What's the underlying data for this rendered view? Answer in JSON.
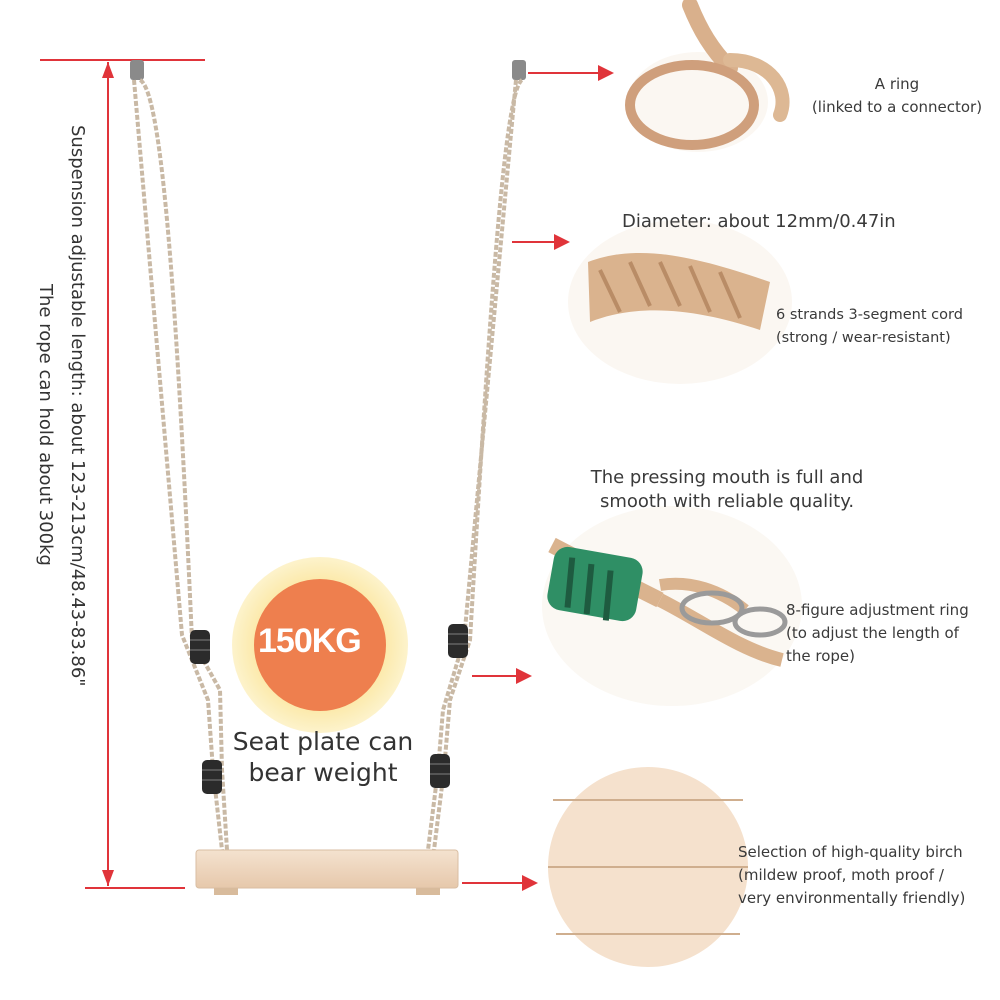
{
  "dimension": {
    "line1": "Suspension adjustable length: about 123-213cm/48.43-83.86\"",
    "line2": "The rope can hold about 300kg"
  },
  "badge": {
    "value": "150KG",
    "caption_line1": "Seat plate can",
    "caption_line2": "bear weight"
  },
  "callouts": {
    "ring": {
      "line1": "A ring",
      "line2": "(linked to a connector)"
    },
    "diameter": {
      "title": "Diameter: about 12mm/0.47in",
      "line1": "6 strands 3-segment cord",
      "line2": "(strong / wear-resistant)"
    },
    "pressing": {
      "line1": "The pressing mouth is full and",
      "line2": "smooth with reliable quality."
    },
    "adjust": {
      "line1": "8-figure adjustment ring",
      "line2": "(to adjust the length of",
      "line3": "the rope)"
    },
    "birch": {
      "line1": "Selection of high-quality birch",
      "line2": "(mildew proof, moth proof /",
      "line3": "very environmentally friendly)"
    }
  },
  "colors": {
    "arrow_red": "#e0343a",
    "rope": "#c9b9a5",
    "wood": "#ecd3bc",
    "badge_orange": "#ee7f4e",
    "badge_halo": "#fbe8a6",
    "sleeve_green": "#2f8f65"
  }
}
